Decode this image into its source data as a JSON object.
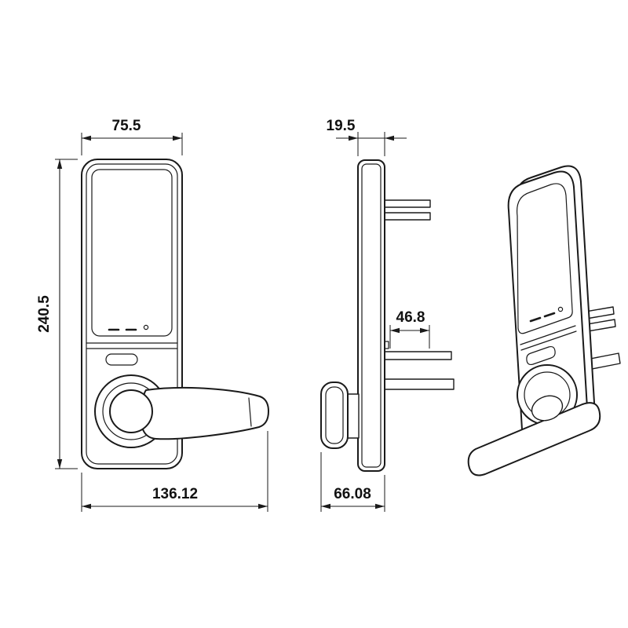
{
  "palette": {
    "ink": "#1a1a1a",
    "background": "#ffffff"
  },
  "dimensions": {
    "front": {
      "width": "75.5",
      "height": "240.5",
      "overall_width": "136.12"
    },
    "side": {
      "thickness": "19.5",
      "spindle": "46.8",
      "depth": "66.08"
    }
  }
}
